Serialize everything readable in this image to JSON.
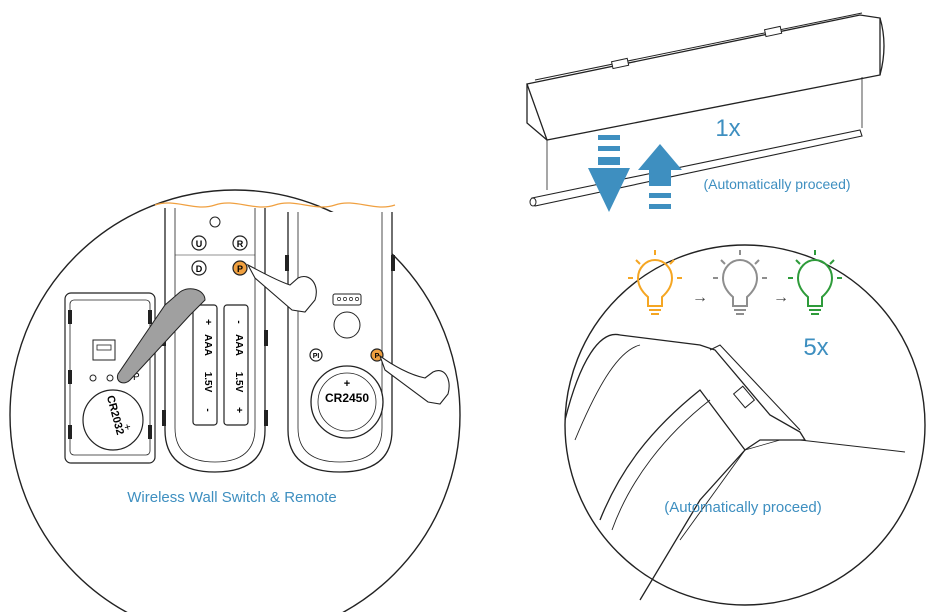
{
  "left_panel": {
    "caption": "Wireless Wall Switch & Remote",
    "buttons": [
      "U",
      "R",
      "D",
      "P"
    ],
    "small_remote": {
      "button": "P",
      "battery": "CR2032",
      "battery_sign": "+"
    },
    "aaa_battery_1": {
      "type": "AAA",
      "voltage": "1.5V",
      "plus": "+",
      "minus": "-"
    },
    "aaa_battery_2": {
      "type": "AAA",
      "voltage": "1.5V",
      "plus": "+",
      "minus": "-"
    },
    "coin_remote": {
      "left_button": "PI",
      "right_button": "P",
      "battery": "CR2450",
      "battery_sign": "+"
    }
  },
  "top_right": {
    "count": "1x",
    "note": "(Automatically proceed)"
  },
  "bottom_right": {
    "count": "5x",
    "note": "(Automatically proceed)",
    "bulb_colors": [
      "#F5A623",
      "#8E8E8E",
      "#2E9B3A"
    ]
  },
  "colors": {
    "accent_blue": "#3E8FC0",
    "highlight_orange": "#F0A040",
    "line": "#1a1a1a",
    "hand_gray": "#9a9a9a"
  }
}
